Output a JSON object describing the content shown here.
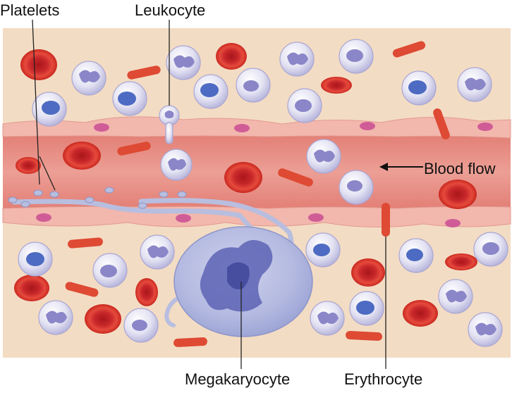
{
  "labels": {
    "platelets": "Platelets",
    "leukocyte": "Leukocyte",
    "blood_flow": "Blood flow",
    "megakaryocyte": "Megakaryocyte",
    "erythrocyte": "Erythrocyte"
  },
  "colors": {
    "tissue": "#f3dcc4",
    "vessel_lumen": "#e58e86",
    "endothelium": "#f2b7ad",
    "endothelial_nucleus": "#d05c97",
    "erythrocyte": "#d8332a",
    "leukocyte_cytoplasm": "#ddddf0",
    "leukocyte_nucleus": "#8a86c8",
    "megakaryocyte": "#aab1dc",
    "platelet": "#b8bedf"
  },
  "icons": {
    "flow_arrow": "arrow-left-icon"
  }
}
